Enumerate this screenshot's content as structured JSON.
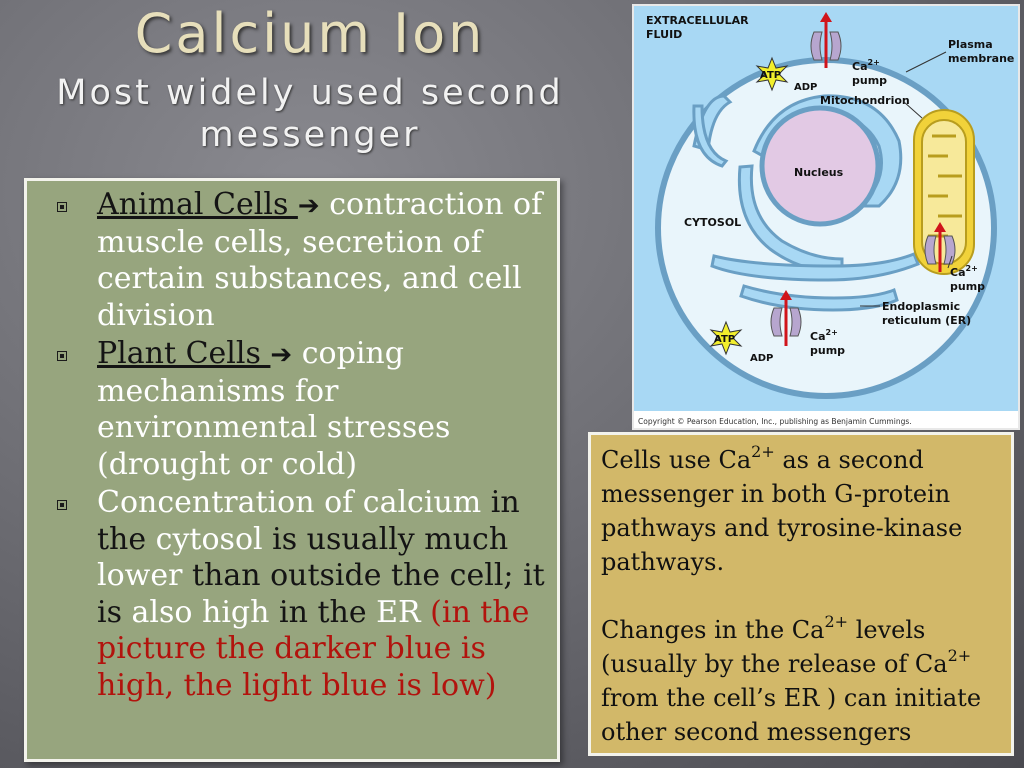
{
  "slide": {
    "title": "Calcium Ion",
    "subtitle": "Most widely used second messenger"
  },
  "left_box": {
    "b1": {
      "label": "Animal Cells ",
      "arrow": "➔",
      "text": " contraction of muscle cells, secretion of certain substances, and cell division"
    },
    "b2": {
      "label": "Plant Cells ",
      "arrow": "➔",
      "text": " coping mechanisms for environmental stresses (drought or cold)"
    },
    "b3": {
      "p1": "Concentration of calcium",
      "p2": " in the",
      "p3": " cytosol",
      "p4": " is usually much",
      "p5": " lower",
      "p6": " than outside the cell; it is",
      "p7": " also high",
      "p8": " in the",
      "p9": " ER",
      "p10": " (in the picture the darker blue is high, the light blue is low)"
    }
  },
  "diagram": {
    "extracellular": "EXTRACELLULAR",
    "fluid": "FLUID",
    "plasma": "Plasma",
    "membrane": "membrane",
    "mitochondrion": "Mitochondrion",
    "nucleus": "Nucleus",
    "cytosol": "CYTOSOL",
    "endoplasmic": "Endoplasmic",
    "reticulum": "reticulum (ER)",
    "atp": "ATP",
    "adp": "ADP",
    "ca": "Ca",
    "charge": "2+",
    "pump": "pump",
    "copyright": "Copyright © Pearson Education, Inc., publishing as Benjamin Cummings.",
    "colors": {
      "extracellular": "#a8d8f4",
      "cytosol": "#e9f5fb",
      "membrane": "#6a9fc4",
      "nucleus": "#e2c9e4",
      "mito_outer": "#f1d23a",
      "protein": "#b7a6cf",
      "arrow": "#d0141b",
      "atp_star": "#f2ef2c"
    }
  },
  "tan_box": {
    "p1a": "Cells use Ca",
    "p1sup": "2+",
    "p1b": " as a second messenger in both G-protein pathways and tyrosine-kinase pathways.",
    "p2a": "Changes in the Ca",
    "p2sup": "2+",
    "p2b": " levels (usually by the release of Ca",
    "p2sup2": "2+",
    "p2c": " from the cell’s ER ) can initiate other second messengers"
  }
}
